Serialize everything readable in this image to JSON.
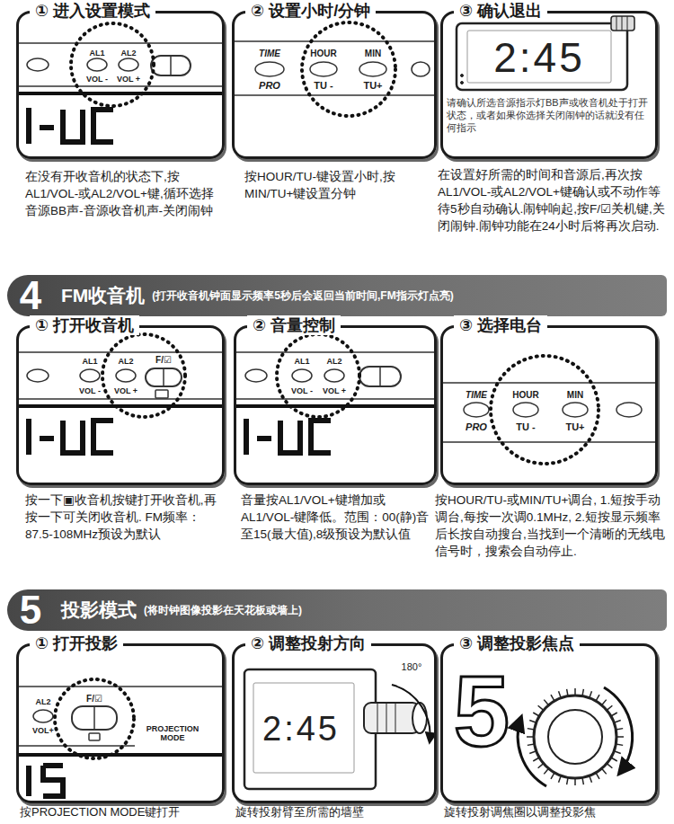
{
  "diagram": {
    "nodes": [
      {
        "text": [
          "① 进入设置模式"
        ]
      },
      {
        "text": [
          "② 设置小时/分钟"
        ]
      },
      {
        "text": [
          "③ 确认退出"
        ]
      },
      {
        "text": [
          "4",
          "FM收音机",
          "(打开收音机钟面显示频率5秒后会返回当前时间,FM指示灯点亮)"
        ]
      },
      {
        "text": [
          "① 打开收音机"
        ]
      },
      {
        "text": [
          "② 音量控制"
        ]
      },
      {
        "text": [
          "③ 选择电台"
        ]
      },
      {
        "text": [
          "5",
          "投影模式",
          "(将时钟图像投影在天花板或墙上)"
        ]
      },
      {
        "text": [
          "① 打开投影"
        ]
      },
      {
        "text": [
          "② 调整投射方向"
        ]
      },
      {
        "text": [
          "③ 调整投影焦点"
        ]
      }
    ],
    "labels": [
      "AL1",
      "VOL -",
      "AL2",
      "VOL +",
      "TIME",
      "PRO",
      "HOUR",
      "TU -",
      "MIN",
      "TU+",
      "2:45",
      "请确认所选音源指示灯BB声或收音机处于打开状态，或者如果你选择关闭闹钟的话就没有任何指示",
      "在没有开收音机的状态下,按AL1/VOL-或AL2/VOL+键,循环选择音源BB声-音源收音机声-关闭闹钟",
      "按HOUR/TU-键设置小时,按MIN/TU+键设置分钟",
      "在设置好所需的时间和音源后,再次按AL1/VOL-或AL2/VOL+键确认或不动作等待5秒自动确认.闹钟响起,按F/☑关机键,关闭闹钟.闹钟功能在24小时后将再次启动.",
      "AL1",
      "VOL -",
      "AL2",
      "VOL +",
      "F/☑",
      "AL1",
      "VOL -",
      "AL2",
      "VOL +",
      "TIME",
      "PRO",
      "HOUR",
      "TU -",
      "MIN",
      "TU+",
      "按一下▣收音机按键打开收音机,再按一下可关闭收音机. FM频率：87.5-108MHz预设为默认",
      "音量按AL1/VOL+键增加或AL1/VOL-键降低。范围：00(静)音至15(最大值),8级预设为默认值",
      "按HOUR/TU-或MIN/TU+调台, 1.短按手动调台,每按一次调0.1MHz, 2.短按显示频率后长按自动搜台,当找到一个清晰的无线电信号时，搜索会自动停止.",
      "AL2",
      "VOL+",
      "F/☑",
      "PROJECTION MODE",
      "2:45",
      "180°",
      "5",
      "按PROJECTION MODE键打开",
      "旋转投射臂至所需的墙壁",
      "旋转投射调焦圈以调整投影焦"
    ]
  }
}
